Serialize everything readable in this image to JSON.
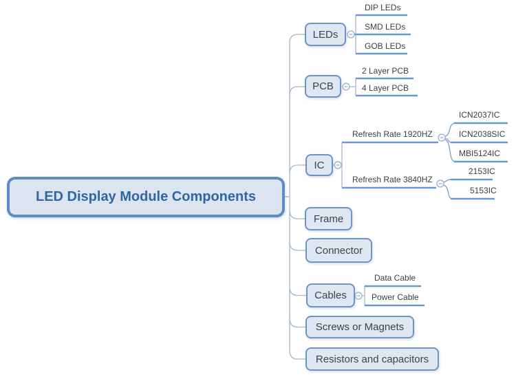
{
  "root": {
    "label": "LED Display Module Components"
  },
  "branches": [
    {
      "label": "LEDs",
      "children": [
        {
          "label": "DIP LEDs"
        },
        {
          "label": "SMD LEDs"
        },
        {
          "label": "GOB LEDs"
        }
      ]
    },
    {
      "label": "PCB",
      "children": [
        {
          "label": "2 Layer PCB"
        },
        {
          "label": "4 Layer PCB"
        }
      ]
    },
    {
      "label": "IC",
      "children": [
        {
          "label": "Refresh Rate 1920HZ",
          "children": [
            {
              "label": "ICN2037IC"
            },
            {
              "label": "ICN2038SIC"
            },
            {
              "label": "MBI5124IC"
            }
          ]
        },
        {
          "label": "Refresh Rate 3840HZ",
          "children": [
            {
              "label": "2153IC"
            },
            {
              "label": "5153IC"
            }
          ]
        }
      ]
    },
    {
      "label": "Frame",
      "children": []
    },
    {
      "label": "Connector",
      "children": []
    },
    {
      "label": "Cables",
      "children": [
        {
          "label": "Data Cable"
        },
        {
          "label": "Power Cable"
        }
      ]
    },
    {
      "label": "Screws or Magnets",
      "children": []
    },
    {
      "label": "Resistors and capacitors",
      "children": []
    }
  ],
  "icons": {
    "collapse": "minus-circle-icon"
  },
  "colors": {
    "canvas-bg": "#ffffff",
    "root-fill": "#dce4ef",
    "root-border": "#5b8cc6",
    "root-text": "#2f66a3",
    "node-fill": "#dee7f2",
    "node-border": "#6c95c5",
    "node-text": "#3f4246",
    "leaf-text": "#3a3e42",
    "leaf-line": "#6b97cc",
    "connector-line": "#a7b5c8",
    "collapse-stroke": "#8facd0"
  }
}
